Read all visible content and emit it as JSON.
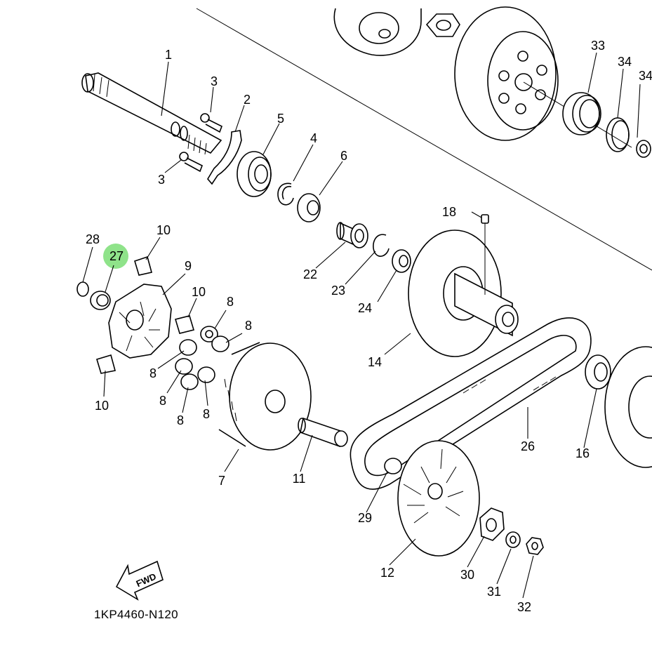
{
  "diagram": {
    "catalog_number": "1KP4460-N120",
    "direction_arrow": {
      "label": "FWD",
      "icon": "fwd-arrow-icon"
    },
    "highlight": {
      "part": "27",
      "color": "#8fe38a"
    },
    "callouts": [
      {
        "id": "1",
        "label": "1"
      },
      {
        "id": "2",
        "label": "2"
      },
      {
        "id": "3a",
        "label": "3"
      },
      {
        "id": "3b",
        "label": "3"
      },
      {
        "id": "4",
        "label": "4"
      },
      {
        "id": "5",
        "label": "5"
      },
      {
        "id": "6",
        "label": "6"
      },
      {
        "id": "7",
        "label": "7"
      },
      {
        "id": "8a",
        "label": "8"
      },
      {
        "id": "8b",
        "label": "8"
      },
      {
        "id": "8c",
        "label": "8"
      },
      {
        "id": "8d",
        "label": "8"
      },
      {
        "id": "8e",
        "label": "8"
      },
      {
        "id": "8f",
        "label": "8"
      },
      {
        "id": "9",
        "label": "9"
      },
      {
        "id": "10a",
        "label": "10"
      },
      {
        "id": "10b",
        "label": "10"
      },
      {
        "id": "10c",
        "label": "10"
      },
      {
        "id": "11",
        "label": "11"
      },
      {
        "id": "12",
        "label": "12"
      },
      {
        "id": "14",
        "label": "14"
      },
      {
        "id": "16",
        "label": "16"
      },
      {
        "id": "18",
        "label": "18"
      },
      {
        "id": "22",
        "label": "22"
      },
      {
        "id": "23",
        "label": "23"
      },
      {
        "id": "24",
        "label": "24"
      },
      {
        "id": "26",
        "label": "26"
      },
      {
        "id": "27",
        "label": "27"
      },
      {
        "id": "28",
        "label": "28"
      },
      {
        "id": "29",
        "label": "29"
      },
      {
        "id": "30",
        "label": "30"
      },
      {
        "id": "31",
        "label": "31"
      },
      {
        "id": "32",
        "label": "32"
      },
      {
        "id": "33",
        "label": "33"
      },
      {
        "id": "34a",
        "label": "34"
      },
      {
        "id": "34b",
        "label": "34"
      }
    ]
  }
}
